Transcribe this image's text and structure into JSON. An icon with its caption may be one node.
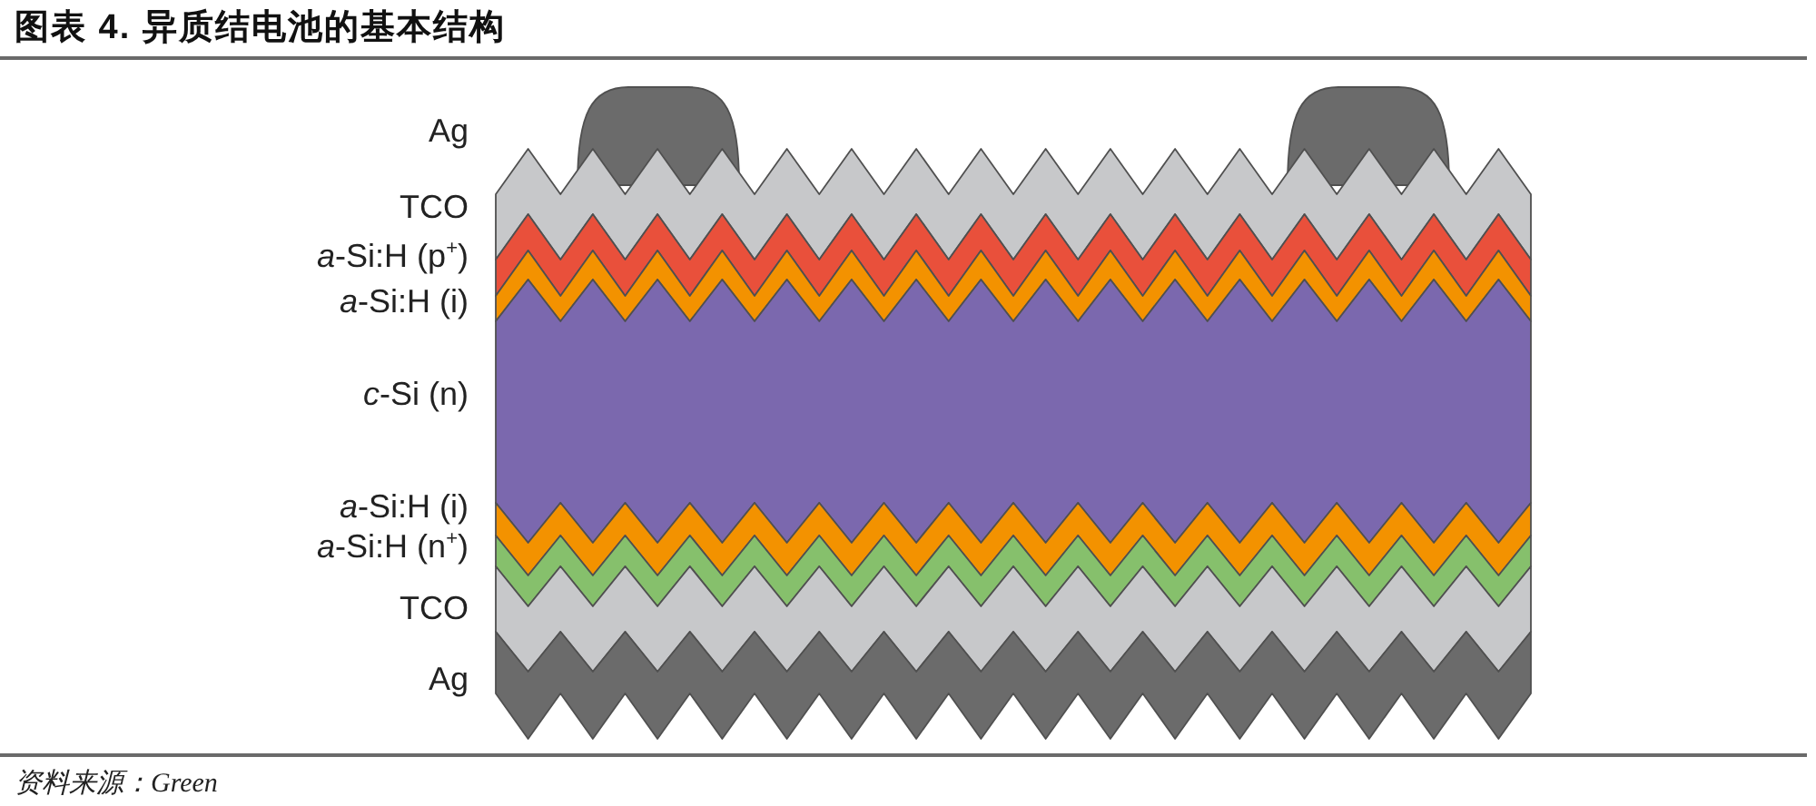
{
  "diagram": {
    "title": "图表 4. 异质结电池的基本结构",
    "caption": "资料来源：Green",
    "labels": [
      "Ag",
      "TCO",
      "*a*-Si:H (p$^{+}$)",
      "*a*-Si:H (i)",
      "*c*-Si (n)",
      "*a*-Si:H (i)",
      "*a*-Si:H (n$^{+}$)",
      "TCO",
      "Ag"
    ]
  }
}
